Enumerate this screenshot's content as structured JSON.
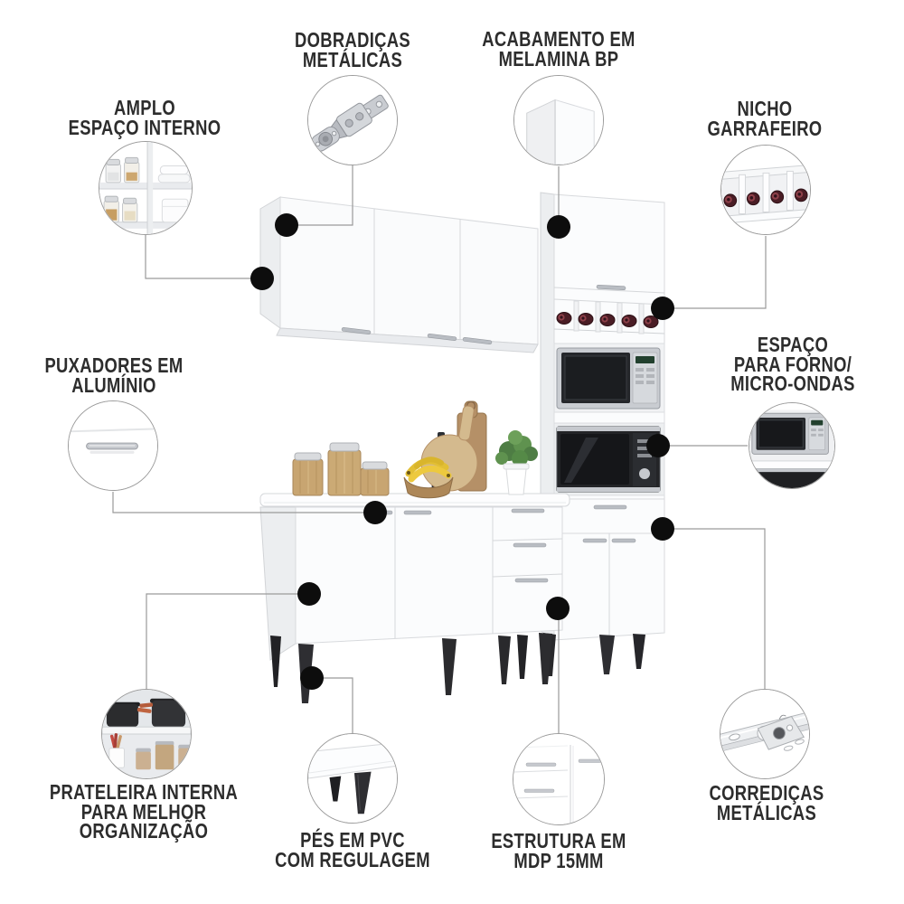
{
  "callouts": {
    "amplo_espaco": {
      "lines": [
        "AMPLO",
        "ESPAÇO INTERNO"
      ]
    },
    "dobradicas": {
      "lines": [
        "DOBRADIÇAS",
        "METÁLICAS"
      ]
    },
    "acabamento": {
      "lines": [
        "ACABAMENTO EM",
        "MELAMINA BP"
      ]
    },
    "nicho_garrafeiro": {
      "lines": [
        "NICHO",
        "GARRAFEIRO"
      ]
    },
    "puxadores": {
      "lines": [
        "PUXADORES EM",
        "ALUMÍNIO"
      ]
    },
    "forno_microondas": {
      "lines": [
        "ESPAÇO",
        "PARA FORNO/",
        "MICRO-ONDAS"
      ]
    },
    "prateleira": {
      "lines": [
        "PRATELEIRA INTERNA",
        "PARA MELHOR",
        "ORGANIZAÇÃO"
      ]
    },
    "pes_pvc": {
      "lines": [
        "PÉS EM PVC",
        "COM REGULAGEM"
      ]
    },
    "estrutura": {
      "lines": [
        "ESTRUTURA EM",
        "MDP 15MM"
      ]
    },
    "corredicas": {
      "lines": [
        "CORREDIÇAS",
        "METÁLICAS"
      ]
    }
  },
  "colors": {
    "text": "#2d2d2d",
    "leader_line": "#9a9a9a",
    "target_dot": "#0d0d0d",
    "cabinet_white": "#fbfcfd",
    "cabinet_side_shadow": "#eceef0",
    "handle_silver": "#b9bdc3",
    "leg_black": "#2b2b2e",
    "wood_tan": "#c8a571",
    "wine_bottle_maroon": "#4a1d25",
    "plant_green": "#5f924f",
    "microwave_dark": "#232427",
    "microwave_silver": "#c9ccd1"
  }
}
